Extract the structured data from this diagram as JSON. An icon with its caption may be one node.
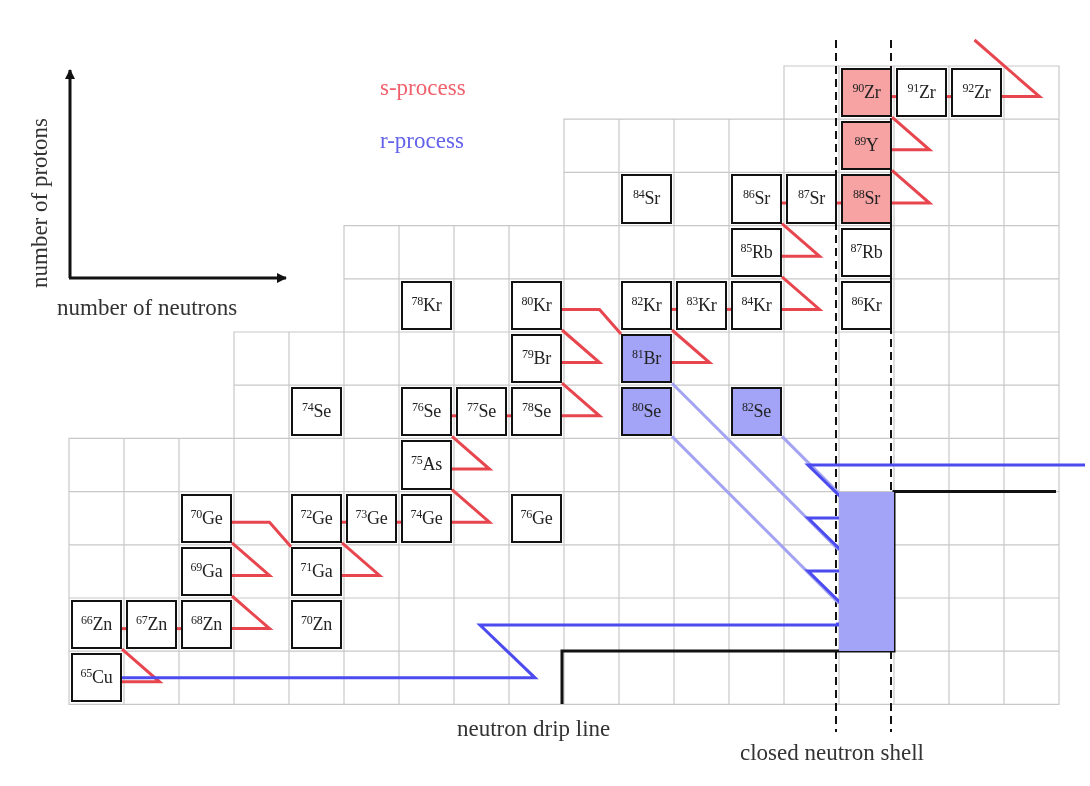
{
  "diagram": {
    "nodes": [
      {
        "text": [
          "$^{65}$Cu"
        ]
      },
      {
        "text": [
          "$^{66}$Zn"
        ]
      },
      {
        "text": [
          "$^{67}$Zn"
        ]
      },
      {
        "text": [
          "$^{68}$Zn"
        ]
      },
      {
        "text": [
          "$^{69}$Ga"
        ]
      },
      {
        "text": [
          "$^{70}$Ge"
        ]
      },
      {
        "text": [
          "$^{70}$Zn"
        ]
      },
      {
        "text": [
          "$^{71}$Ga"
        ]
      },
      {
        "text": [
          "$^{72}$Ge"
        ]
      },
      {
        "text": [
          "$^{73}$Ge"
        ]
      },
      {
        "text": [
          "$^{74}$Ge"
        ]
      },
      {
        "text": [
          "$^{75}$As"
        ]
      },
      {
        "text": [
          "$^{76}$Se"
        ]
      },
      {
        "text": [
          "$^{74}$Se"
        ]
      },
      {
        "text": [
          "$^{77}$Se"
        ]
      },
      {
        "text": [
          "$^{78}$Se"
        ]
      },
      {
        "text": [
          "$^{76}$Ge"
        ]
      },
      {
        "text": [
          "$^{79}$Br"
        ]
      },
      {
        "text": [
          "$^{80}$Kr"
        ]
      },
      {
        "text": [
          "$^{78}$Kr"
        ]
      },
      {
        "text": [
          "$^{80}$Se"
        ]
      },
      {
        "text": [
          "$^{81}$Br"
        ]
      },
      {
        "text": [
          "$^{82}$Kr"
        ]
      },
      {
        "text": [
          "$^{83}$Kr"
        ]
      },
      {
        "text": [
          "$^{84}$Kr"
        ]
      },
      {
        "text": [
          "$^{82}$Se"
        ]
      },
      {
        "text": [
          "$^{85}$Rb"
        ]
      },
      {
        "text": [
          "$^{86}$Sr"
        ]
      },
      {
        "text": [
          "$^{84}$Sr"
        ]
      },
      {
        "text": [
          "$^{87}$Sr"
        ]
      },
      {
        "text": [
          "$^{88}$Sr"
        ]
      },
      {
        "text": [
          "$^{86}$Kr"
        ]
      },
      {
        "text": [
          "$^{87}$Rb"
        ]
      },
      {
        "text": [
          "$^{89}$Y"
        ]
      },
      {
        "text": [
          "$^{90}$Zr"
        ]
      },
      {
        "text": [
          "$^{91}$Zr"
        ]
      },
      {
        "text": [
          "$^{92}$Zr"
        ]
      },
      {
        "text": [],
        "shape": "box"
      }
    ],
    "edges": [
      {
        "from": 0,
        "to": 1,
        "arrow": "none"
      },
      {
        "from": 1,
        "to": 2,
        "arrow": "none"
      },
      {
        "from": 2,
        "to": 3,
        "arrow": "none"
      },
      {
        "from": 3,
        "to": 4,
        "arrow": "none"
      },
      {
        "from": 4,
        "to": 5,
        "arrow": "none"
      },
      {
        "from": 5,
        "to": 7,
        "arrow": "none"
      },
      {
        "from": 7,
        "to": 8,
        "arrow": "none"
      },
      {
        "from": 8,
        "to": 9,
        "arrow": "none"
      },
      {
        "from": 9,
        "to": 10,
        "arrow": "none"
      },
      {
        "from": 10,
        "to": 11,
        "arrow": "none"
      },
      {
        "from": 11,
        "to": 12,
        "arrow": "none"
      },
      {
        "from": 12,
        "to": 14,
        "arrow": "none"
      },
      {
        "from": 14,
        "to": 15,
        "arrow": "none"
      },
      {
        "from": 15,
        "to": 17,
        "arrow": "none"
      },
      {
        "from": 17,
        "to": 18,
        "arrow": "none"
      },
      {
        "from": 18,
        "to": 21,
        "arrow": "none"
      },
      {
        "from": 21,
        "to": 22,
        "arrow": "none"
      },
      {
        "from": 22,
        "to": 23,
        "arrow": "none"
      },
      {
        "from": 23,
        "to": 24,
        "arrow": "none"
      },
      {
        "from": 24,
        "to": 26,
        "arrow": "none"
      },
      {
        "from": 26,
        "to": 27,
        "arrow": "none"
      },
      {
        "from": 27,
        "to": 29,
        "arrow": "none"
      },
      {
        "from": 29,
        "to": 30,
        "arrow": "none"
      },
      {
        "from": 30,
        "to": 33,
        "arrow": "none"
      },
      {
        "from": 33,
        "to": 34,
        "arrow": "none"
      },
      {
        "from": 34,
        "to": 35,
        "arrow": "none"
      },
      {
        "from": 35,
        "to": 36,
        "arrow": "none"
      },
      {
        "from": 36,
        "to": null,
        "arrow": "none"
      },
      {
        "from": 0,
        "to": 37,
        "arrow": "none",
        "color": "#4b4bf0"
      },
      {
        "from": 25,
        "to": 37,
        "arrow": "none",
        "color": "#a4a4f2"
      },
      {
        "from": 21,
        "to": 37,
        "arrow": "none",
        "color": "#a4a4f2"
      },
      {
        "from": 20,
        "to": 37,
        "arrow": "none",
        "color": "#a4a4f2"
      }
    ],
    "labels": [
      "s-process",
      "r-process",
      "number of protons",
      "number of neutrons",
      "neutron drip line",
      "closed neutron shell"
    ]
  }
}
